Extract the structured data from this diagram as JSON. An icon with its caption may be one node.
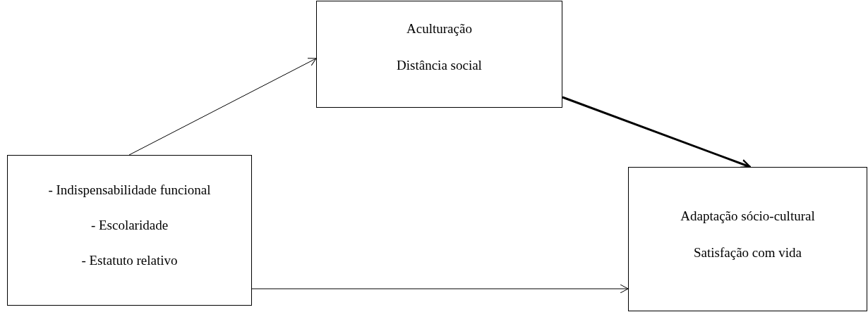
{
  "diagram": {
    "nodes": [
      {
        "text": [
          "- Indispensabilidade funcional",
          "- Escolaridade",
          "- Estatuto relativo"
        ]
      },
      {
        "text": [
          "Aculturação",
          "Distância social"
        ]
      },
      {
        "text": [
          "Adaptação sócio-cultural",
          "Satisfação com vida"
        ]
      }
    ],
    "edges": [
      {
        "from": 0,
        "to": 1,
        "arrow": "to"
      },
      {
        "from": 1,
        "to": 2,
        "arrow": "to",
        "style": "thick"
      },
      {
        "from": 0,
        "to": 2,
        "arrow": "to"
      }
    ]
  }
}
